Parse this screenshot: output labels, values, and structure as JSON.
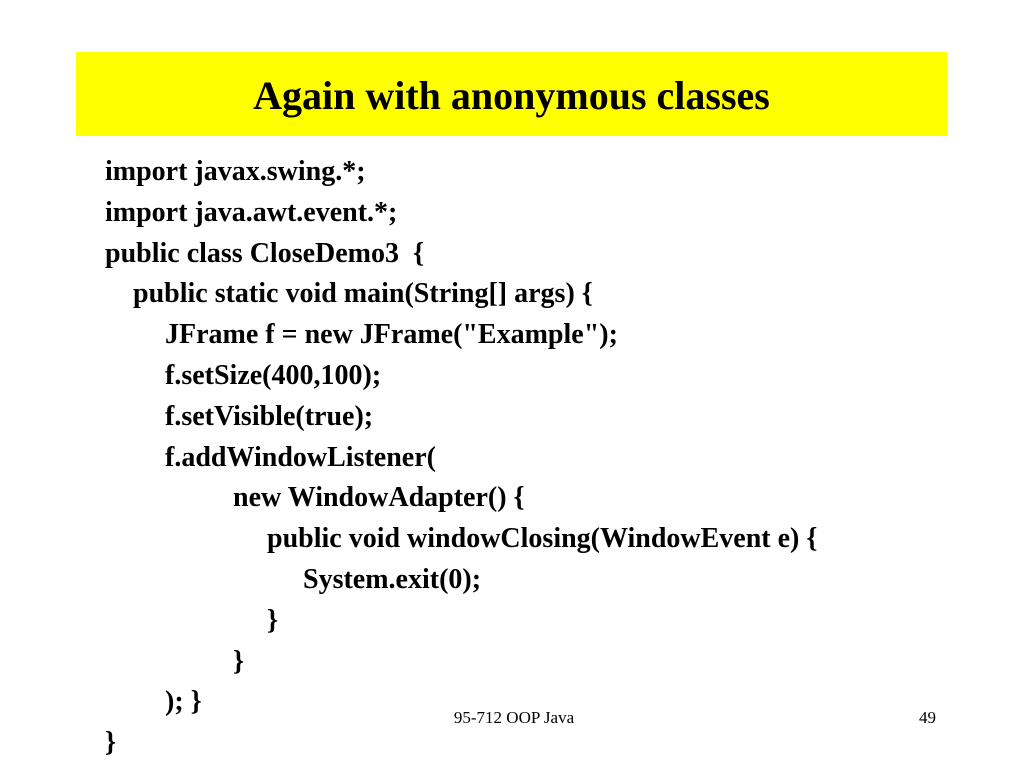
{
  "slide": {
    "title": "Again with anonymous classes",
    "code_lines": [
      "import javax.swing.*;",
      "import java.awt.event.*;",
      "public class CloseDemo3  {",
      "public static void main(String[] args) {",
      "JFrame f = new JFrame(\"Example\");",
      "f.setSize(400,100);",
      "f.setVisible(true);",
      "f.addWindowListener(",
      "new WindowAdapter() {",
      "public void windowClosing(WindowEvent e) {",
      "System.exit(0);",
      "}",
      "}",
      "); }",
      "}"
    ]
  },
  "footer": {
    "course": "95-712 OOP Java",
    "page_number": "49"
  },
  "colors": {
    "title_background": "#ffff00",
    "text": "#000000",
    "background": "#ffffff"
  }
}
